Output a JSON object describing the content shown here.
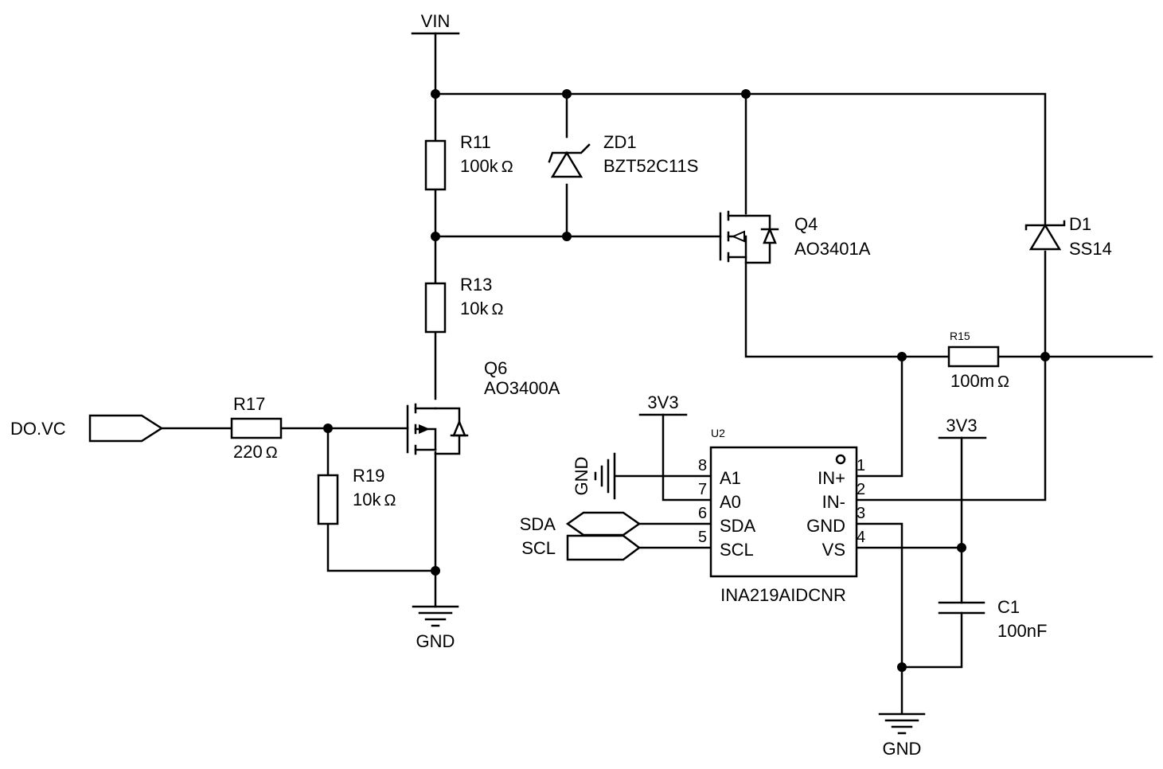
{
  "nets": {
    "vin": "VIN",
    "gnd": "GND",
    "v3v3": "3V3",
    "do_vc": "DO.VC",
    "sda": "SDA",
    "scl": "SCL"
  },
  "components": {
    "R11": {
      "ref": "R11",
      "value": "100k"
    },
    "R13": {
      "ref": "R13",
      "value": "10k"
    },
    "R17": {
      "ref": "R17",
      "value": "220"
    },
    "R19": {
      "ref": "R19",
      "value": "10k"
    },
    "R15": {
      "ref": "R15",
      "value": "100m"
    },
    "ZD1": {
      "ref": "ZD1",
      "value": "BZT52C11S"
    },
    "Q4": {
      "ref": "Q4",
      "value": "AO3401A"
    },
    "Q6": {
      "ref": "Q6",
      "value": "AO3400A"
    },
    "D1": {
      "ref": "D1",
      "value": "SS14"
    },
    "C1": {
      "ref": "C1",
      "value": "100nF"
    },
    "U2": {
      "ref": "U2",
      "value": "INA219AIDCNR",
      "pins_left": [
        {
          "num": "8",
          "name": "A1"
        },
        {
          "num": "7",
          "name": "A0"
        },
        {
          "num": "6",
          "name": "SDA"
        },
        {
          "num": "5",
          "name": "SCL"
        }
      ],
      "pins_right": [
        {
          "num": "1",
          "name": "IN+"
        },
        {
          "num": "2",
          "name": "IN-"
        },
        {
          "num": "3",
          "name": "GND"
        },
        {
          "num": "4",
          "name": "VS"
        }
      ]
    }
  },
  "units": {
    "ohm": "Ω"
  }
}
